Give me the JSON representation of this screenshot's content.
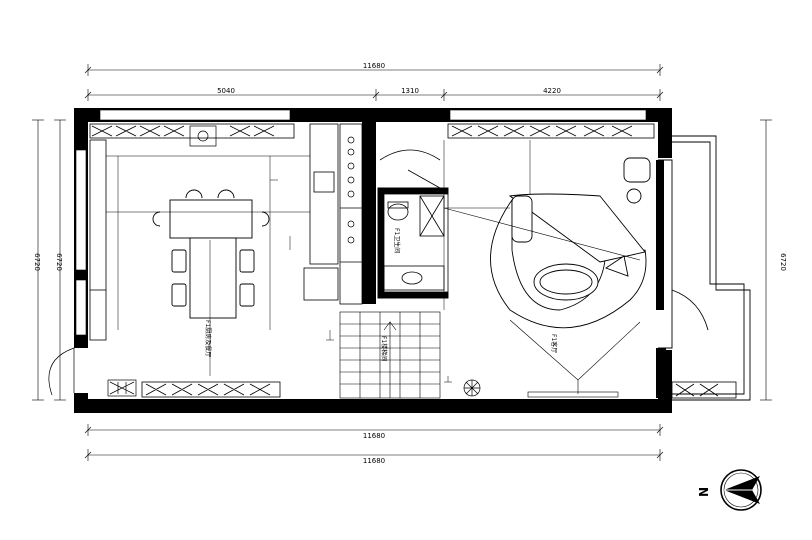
{
  "dimensions": {
    "top_total": "11680",
    "seg_left": "5040",
    "seg_mid": "1310",
    "seg_right": "4220",
    "bottom_1": "11680",
    "bottom_2": "11680",
    "left_height": "6720",
    "left_inner": "6720",
    "right_height": "6720"
  },
  "rooms": {
    "dining": "F1厨房及餐厅",
    "living": "F1客厅",
    "stairs": "F1楼梯间",
    "bath": "F1卫生间"
  },
  "compass": {
    "label": "N"
  },
  "colors": {
    "ink": "#000000",
    "paper": "#ffffff"
  }
}
